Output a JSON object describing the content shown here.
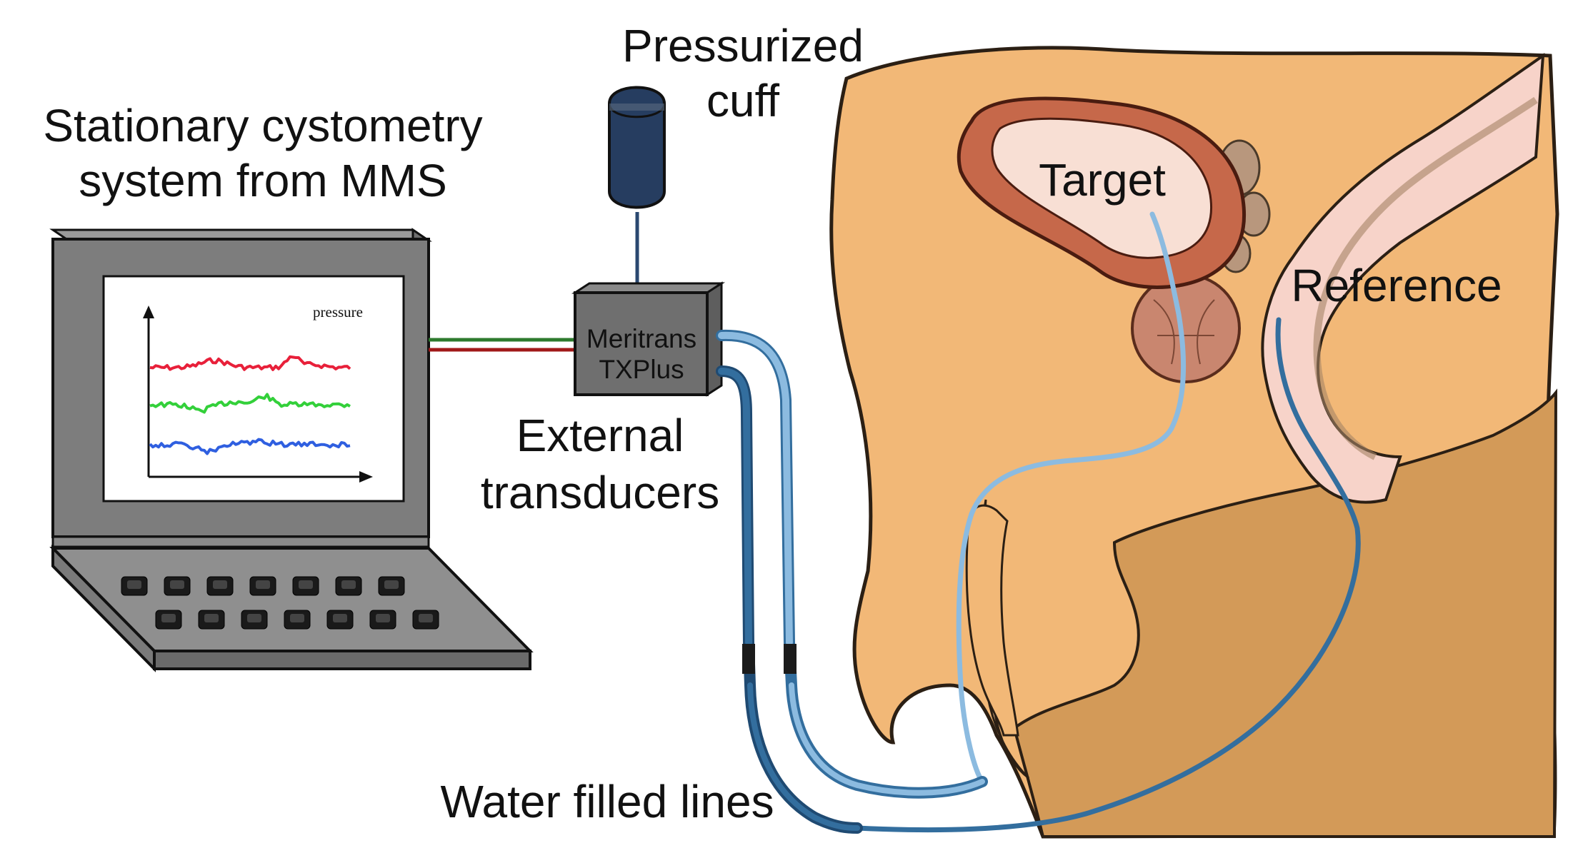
{
  "labels": {
    "system_line1": "Stationary cystometry",
    "system_line2": "system from MMS",
    "cuff_line1": "Pressurized",
    "cuff_line2": "cuff",
    "transducer_box_line1": "Meritrans",
    "transducer_box_line2": "TXPlus",
    "external_line1": "External",
    "external_line2": "transducers",
    "target": "Target",
    "reference": "Reference",
    "lines": "Water filled lines",
    "screen_legend": "pressure"
  },
  "colors": {
    "trace_red": "#e8203a",
    "trace_green": "#33d03a",
    "trace_blue": "#2f5fe0",
    "skin": "#f2b877",
    "skin_dark": "#d39a58",
    "bladder_wall": "#c6684a",
    "line_light": "#8cbbe0",
    "line_dark": "#336e9e",
    "cuff": "#263d60"
  }
}
